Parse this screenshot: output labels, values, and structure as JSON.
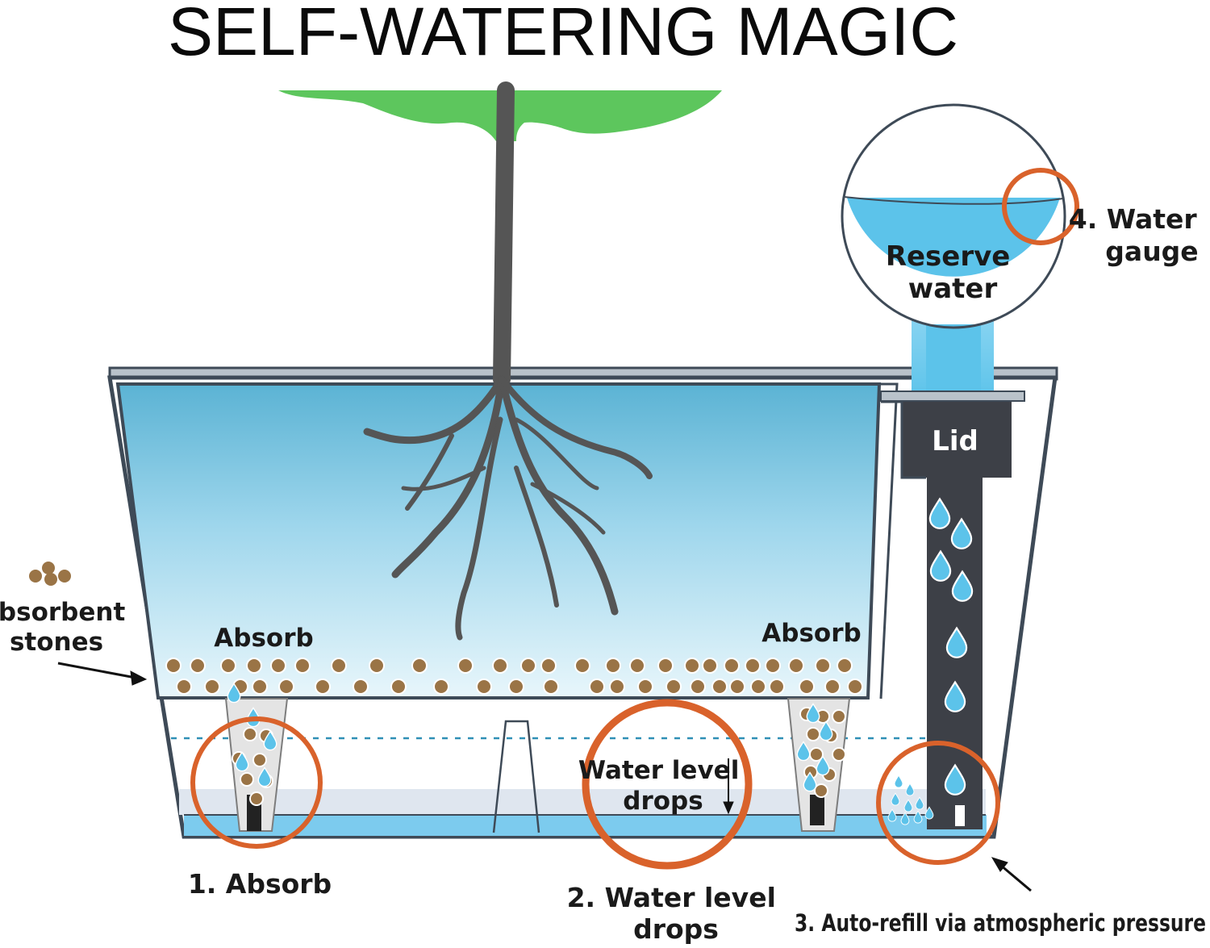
{
  "title": "SELF-WATERING MAGIC",
  "labels": {
    "absorbent_stones": [
      "Absorbent",
      "stones"
    ],
    "absorb_left": "Absorb",
    "absorb_right": "Absorb",
    "reserve_water": [
      "Reserve",
      "water"
    ],
    "lid": "Lid",
    "water_level_drops_inner": [
      "Water level",
      "drops"
    ],
    "step1": "1. Absorb",
    "step2": [
      "2. Water level",
      "drops"
    ],
    "step3": "3. Auto-refill via atmospheric pressure",
    "step4": [
      "4. Water",
      "gauge"
    ]
  },
  "colors": {
    "highlight_ring": "#d9622b",
    "water_blue": "#5cc3ea",
    "soil_top": "#b6e2f2",
    "soil_bottom": "#5bb1d2",
    "stone_brown": "#9a7446",
    "root_gray": "#555555",
    "leaf_green": "#5dc65d",
    "pot_outline": "#3e4a57"
  }
}
